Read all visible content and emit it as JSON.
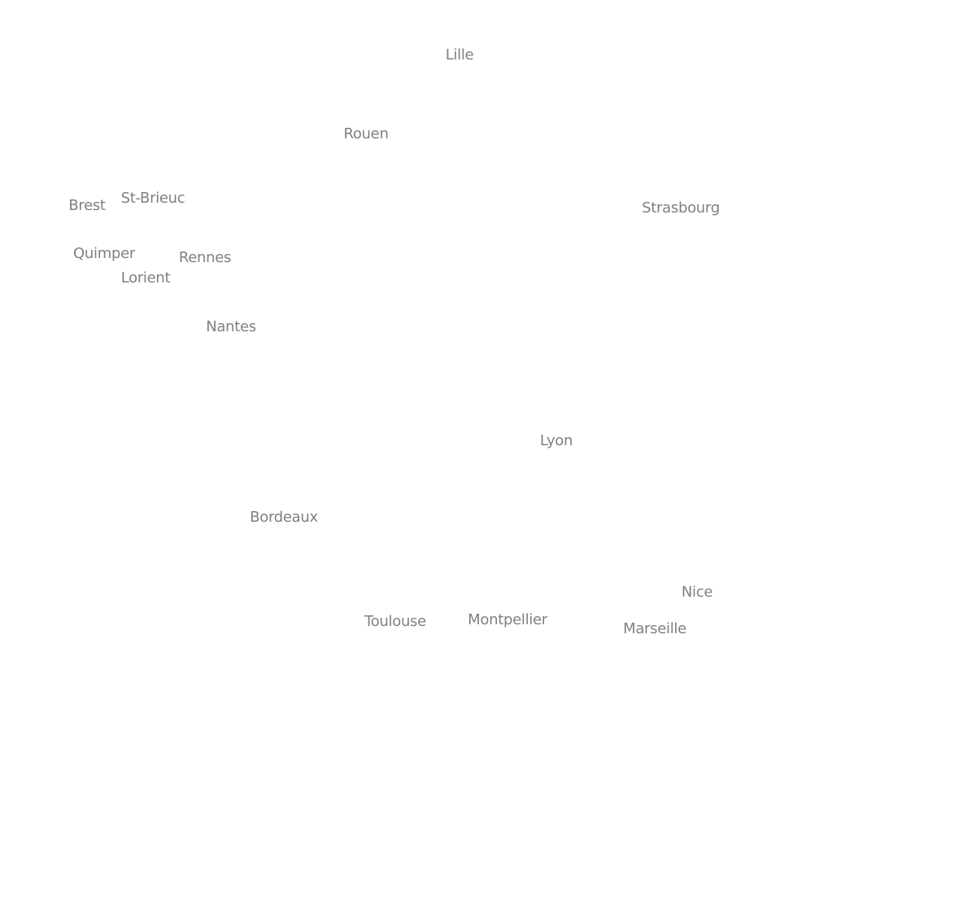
{
  "map": {
    "label_color": "#808080",
    "background_color": "#ffffff",
    "cities": {
      "lille": "Lille",
      "rouen": "Rouen",
      "brest": "Brest",
      "st_brieuc": "St-Brieuc",
      "strasbourg": "Strasbourg",
      "quimper": "Quimper",
      "rennes": "Rennes",
      "lorient": "Lorient",
      "nantes": "Nantes",
      "lyon": "Lyon",
      "bordeaux": "Bordeaux",
      "nice": "Nice",
      "toulouse": "Toulouse",
      "montpellier": "Montpellier",
      "marseille": "Marseille"
    }
  }
}
